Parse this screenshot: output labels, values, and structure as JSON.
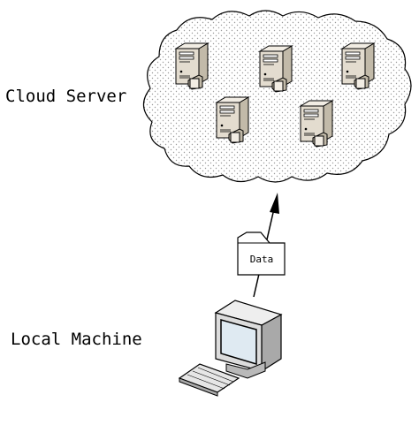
{
  "labels": {
    "cloud": "Cloud Server",
    "local": "Local Machine",
    "data": "Data"
  },
  "cloud": {
    "server_count": 5,
    "fill": "#ffffff",
    "stipple_color": "#9a9a9a",
    "outline": "#000000"
  },
  "server_icon": {
    "front": "#e3dccf",
    "side": "#c2baa9",
    "top": "#f2ede4",
    "outline": "#000000"
  },
  "computer_icon": {
    "body": "#dcdcdc",
    "side": "#a9a9a9",
    "screen": "#dfeaf2",
    "outline": "#000000"
  },
  "arrow": {
    "color": "#000000",
    "direction": "up"
  }
}
